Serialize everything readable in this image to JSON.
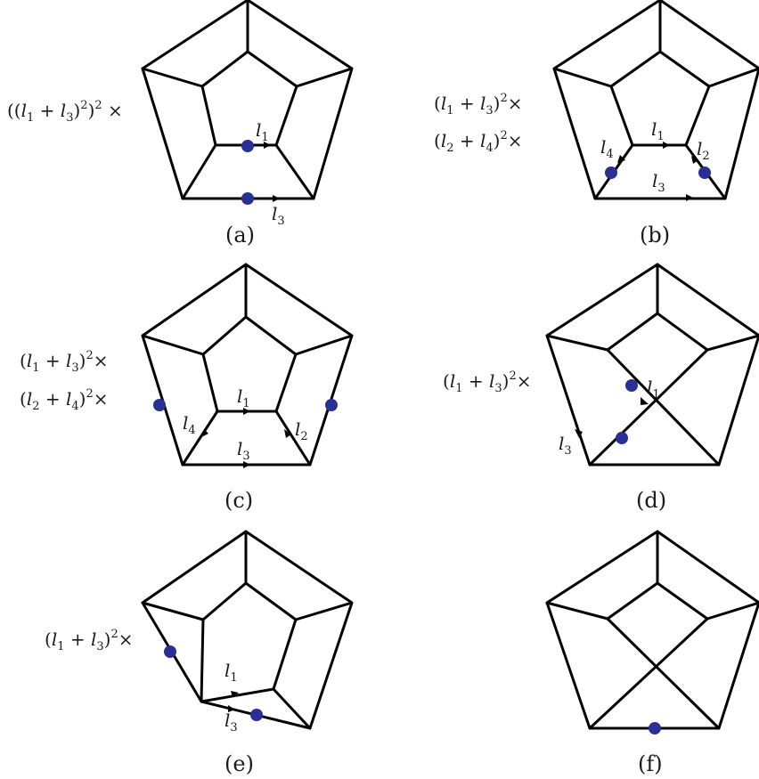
{
  "panels": [
    {
      "id": "a",
      "label": "(a)",
      "prefactor": [
        "((l1 + l3)2)2 ×"
      ],
      "momenta": [
        "l1",
        "l3"
      ]
    },
    {
      "id": "b",
      "label": "(b)",
      "prefactor": [
        "(l1 + l3)2×",
        "(l2 + l4)2×"
      ],
      "momenta": [
        "l1",
        "l2",
        "l3",
        "l4"
      ]
    },
    {
      "id": "c",
      "label": "(c)",
      "prefactor": [
        "(l1 + l3)2×",
        "(l2 + l4)2×"
      ],
      "momenta": [
        "l1",
        "l2",
        "l3",
        "l4"
      ]
    },
    {
      "id": "d",
      "label": "(d)",
      "prefactor": [
        "(l1 + l3)2×"
      ],
      "momenta": [
        "l1",
        "l3"
      ]
    },
    {
      "id": "e",
      "label": "(e)",
      "prefactor": [
        "(l1 + l3)2×"
      ],
      "momenta": [
        "l1",
        "l3"
      ]
    },
    {
      "id": "f",
      "label": "(f)",
      "prefactor": [],
      "momenta": []
    }
  ],
  "colors": {
    "line": "#000000",
    "dot": "#2a2f96",
    "text": "#1a1a1a"
  }
}
